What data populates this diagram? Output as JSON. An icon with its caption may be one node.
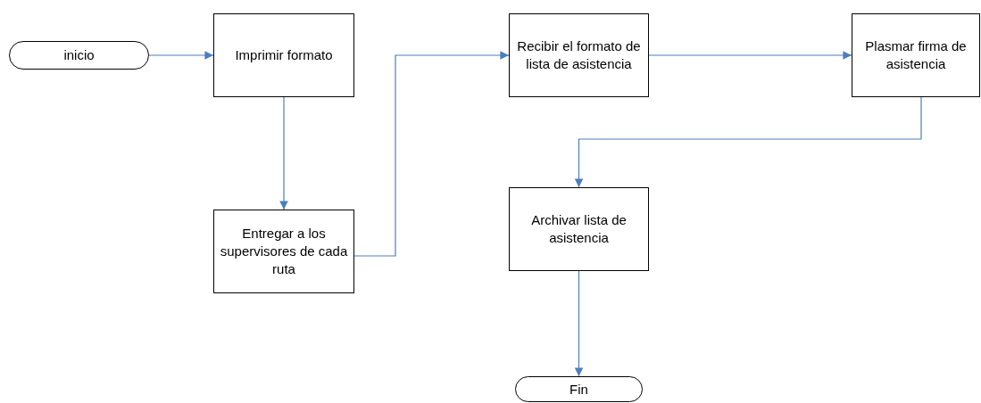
{
  "diagram": {
    "nodes": [
      {
        "text": [
          "inicio"
        ]
      },
      {
        "text": [
          "Imprimir formato"
        ]
      },
      {
        "text": [
          "Entregar a los supervisores de cada ruta"
        ]
      },
      {
        "text": [
          "Recibir el formato de lista de asistencia"
        ]
      },
      {
        "text": [
          "Plasmar firma de asistencia"
        ]
      },
      {
        "text": [
          "Archivar lista de asistencia"
        ]
      },
      {
        "text": [
          "Fin"
        ]
      }
    ],
    "edges": [
      {
        "from": 0,
        "to": 1,
        "arrow": "to"
      },
      {
        "from": 1,
        "to": 2,
        "arrow": "to"
      },
      {
        "from": 2,
        "to": 3,
        "arrow": "to"
      },
      {
        "from": 3,
        "to": 4,
        "arrow": "to"
      },
      {
        "from": 4,
        "to": 5,
        "arrow": "to"
      },
      {
        "from": 5,
        "to": 6,
        "arrow": "to"
      }
    ]
  }
}
